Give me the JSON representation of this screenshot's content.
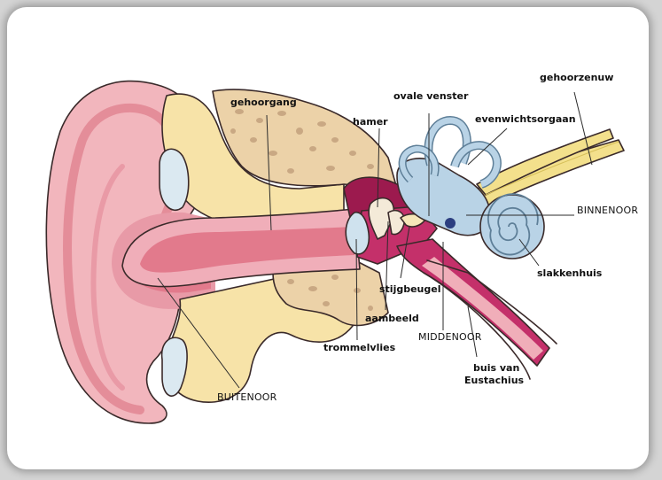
{
  "labels": {
    "gehoorgang": "gehoorgang",
    "hamer": "hamer",
    "ovale_venster": "ovale venster",
    "gehoorzenuw": "gehoorzenuw",
    "evenwichtsorgaan": "evenwichtsorgaan",
    "binnenoor": "BINNENOOR",
    "slakkenhuis": "slakkenhuis",
    "stijgbeugel": "stijgbeugel",
    "aambeeld": "aambeeld",
    "middenoor": "MIDDENOOR",
    "trommelvlies": "trommelvlies",
    "buis_van_line1": "buis van",
    "buis_van_line2": "Eustachius",
    "buitenoor": "BUITENOOR"
  },
  "colors": {
    "outer_ear": "#f2b6bd",
    "outer_ear_dark": "#e48d99",
    "canal": "#e27a8c",
    "canal_light": "#f0aeb9",
    "tissue": "#f7e3a8",
    "bone": "#ecd2a8",
    "bone_speck": "#c9a883",
    "middle_ear": "#c4306a",
    "middle_ear_dark": "#9c1a4e",
    "inner_ear": "#b9d3e6",
    "inner_ear_edge": "#5e7f98",
    "nerve": "#f3e08c"
  }
}
